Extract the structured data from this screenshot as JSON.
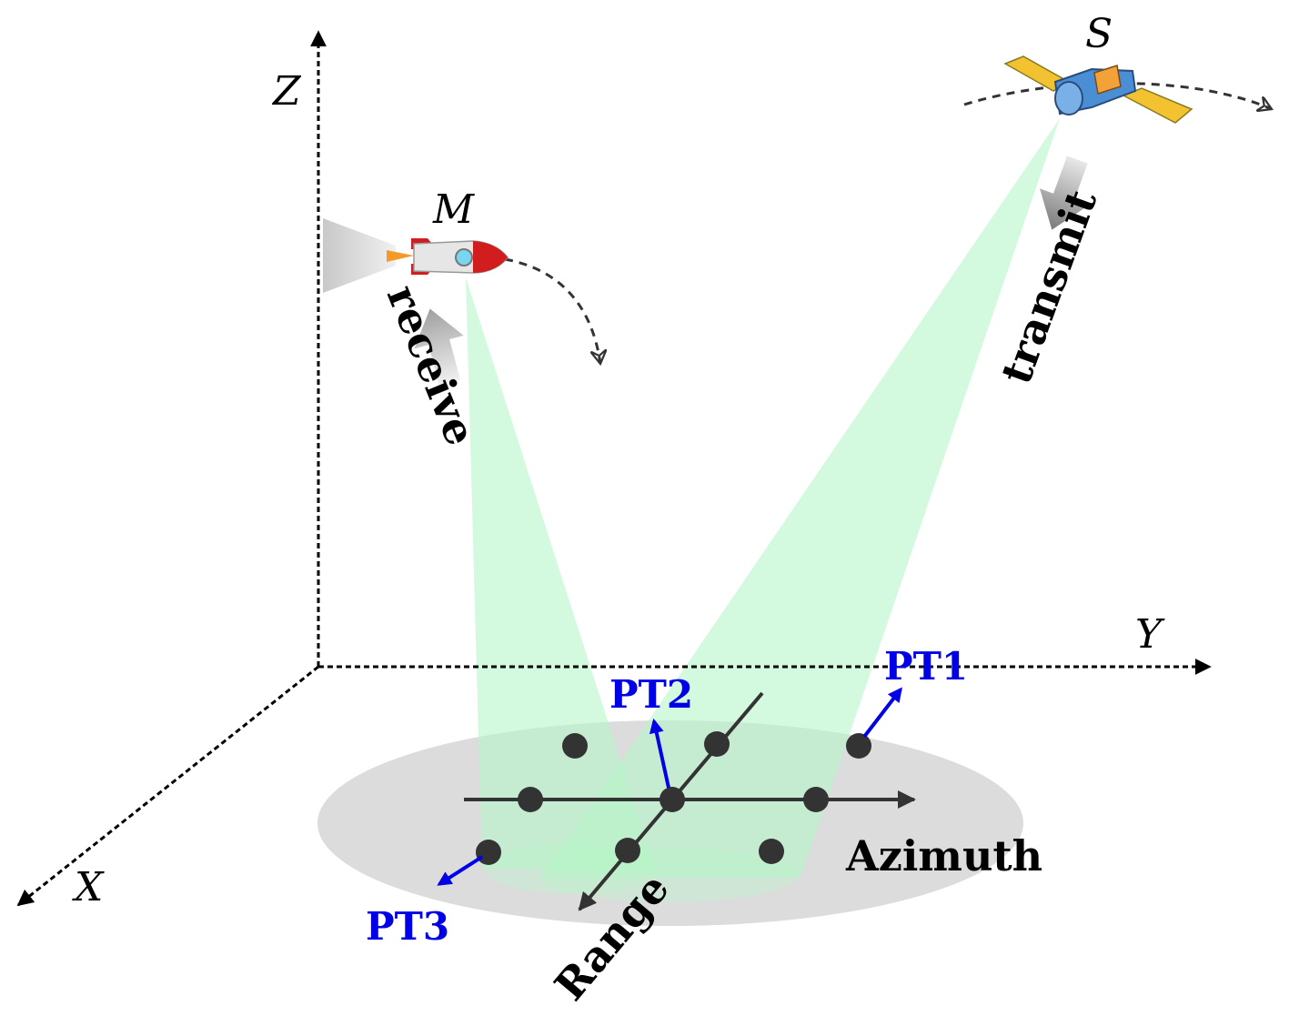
{
  "axes": {
    "x": "X",
    "y": "Y",
    "z": "Z"
  },
  "missile": {
    "label": "M",
    "action": "receive"
  },
  "satellite": {
    "label": "S",
    "action": "transmit"
  },
  "scene": {
    "azimuth": "Azimuth",
    "range": "Range"
  },
  "points": {
    "pt1": "PT1",
    "pt2": "PT2",
    "pt3": "PT3"
  },
  "colors": {
    "beam": "#b6f5c8",
    "ground": "#dcdcdc",
    "point": "#333333",
    "pt_label": "#0000e6"
  }
}
